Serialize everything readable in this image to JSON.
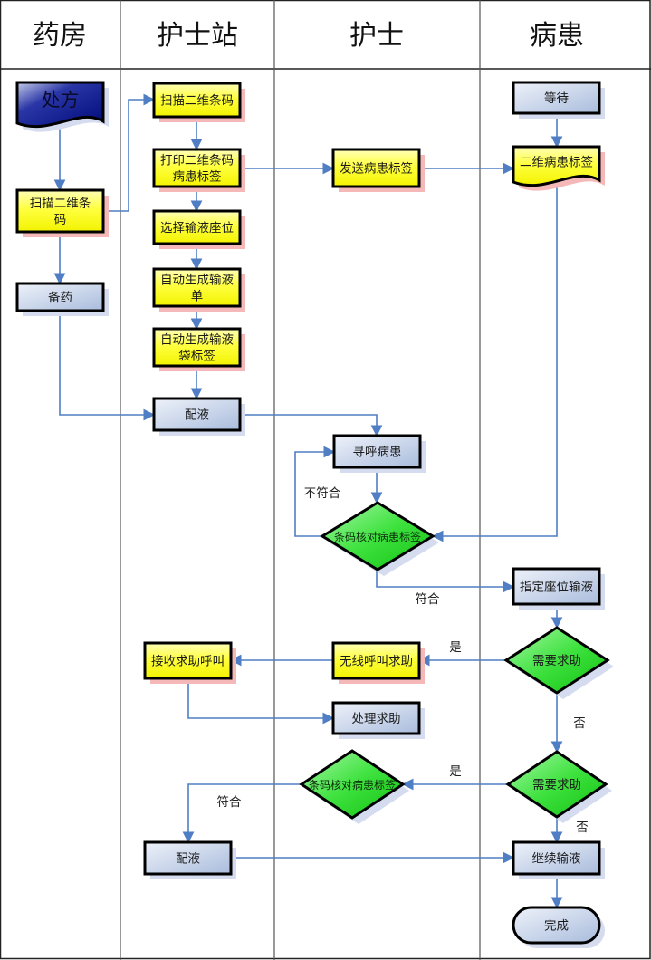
{
  "diagram": {
    "type": "swimlane-flowchart",
    "lanes": [
      {
        "id": "pharmacy",
        "title": "药房"
      },
      {
        "id": "station",
        "title": "护士站"
      },
      {
        "id": "nurse",
        "title": "护士"
      },
      {
        "id": "patient",
        "title": "病患"
      }
    ],
    "colors": {
      "process_fill": "#c9d6ea",
      "process_fill_light": "#e6edf7",
      "action_fill": "#ffff33",
      "action_fill_light": "#ffffb0",
      "decision_fill": "#33dd33",
      "decision_fill_light": "#99f599",
      "doc_dark_fill": "#000a80",
      "doc_dark_light": "#c7cde8",
      "shadow_yellow": "#f5b8b8",
      "shadow_blue": "#d5dcef",
      "connector": "#4f7ec4",
      "border": "#000000",
      "grid": "#555555"
    },
    "nodes": [
      {
        "id": "prescription",
        "lane": "pharmacy",
        "shape": "document-dark",
        "label": [
          "处方"
        ]
      },
      {
        "id": "scan-pharmacy",
        "lane": "pharmacy",
        "shape": "action",
        "label": [
          "扫描二维条",
          "码"
        ]
      },
      {
        "id": "prepare-drug",
        "lane": "pharmacy",
        "shape": "process",
        "label": [
          "备药"
        ]
      },
      {
        "id": "scan-station",
        "lane": "station",
        "shape": "action",
        "label": [
          "扫描二维条码"
        ]
      },
      {
        "id": "print-label",
        "lane": "station",
        "shape": "action",
        "label": [
          "打印二维条码",
          "病患标签"
        ]
      },
      {
        "id": "select-seat",
        "lane": "station",
        "shape": "action",
        "label": [
          "选择输液座位"
        ]
      },
      {
        "id": "gen-infusion-sheet",
        "lane": "station",
        "shape": "action",
        "label": [
          "自动生成输液",
          "单"
        ]
      },
      {
        "id": "gen-bag-label",
        "lane": "station",
        "shape": "action",
        "label": [
          "自动生成输液",
          "袋标签"
        ]
      },
      {
        "id": "mix-1",
        "lane": "station",
        "shape": "process",
        "label": [
          "配液"
        ]
      },
      {
        "id": "send-label",
        "lane": "nurse",
        "shape": "action",
        "label": [
          "发送病患标签"
        ]
      },
      {
        "id": "page-patient",
        "lane": "nurse",
        "shape": "process",
        "label": [
          "寻呼病患"
        ]
      },
      {
        "id": "verify-1",
        "lane": "nurse",
        "shape": "decision-small",
        "label": [
          "条码核对病患标签"
        ]
      },
      {
        "id": "wait",
        "lane": "patient",
        "shape": "process",
        "label": [
          "等待"
        ]
      },
      {
        "id": "patient-label",
        "lane": "patient",
        "shape": "document",
        "label": [
          "二维病患标签"
        ]
      },
      {
        "id": "assign-seat",
        "lane": "patient",
        "shape": "process",
        "label": [
          "指定座位输液"
        ]
      },
      {
        "id": "need-help-1",
        "lane": "patient",
        "shape": "decision",
        "label": [
          "需要求助"
        ]
      },
      {
        "id": "receive-call",
        "lane": "station",
        "shape": "action",
        "label": [
          "接收求助呼叫"
        ]
      },
      {
        "id": "wireless-call",
        "lane": "nurse",
        "shape": "action",
        "label": [
          "无线呼叫求助"
        ]
      },
      {
        "id": "handle-help",
        "lane": "nurse",
        "shape": "process",
        "label": [
          "处理求助"
        ]
      },
      {
        "id": "verify-2",
        "lane": "nurse",
        "shape": "decision-small",
        "label": [
          "条码核对病患标签"
        ]
      },
      {
        "id": "need-help-2",
        "lane": "patient",
        "shape": "decision",
        "label": [
          "需要求助"
        ]
      },
      {
        "id": "mix-2",
        "lane": "station",
        "shape": "process",
        "label": [
          "配液"
        ]
      },
      {
        "id": "continue-infusion",
        "lane": "patient",
        "shape": "process",
        "label": [
          "继续输液"
        ]
      },
      {
        "id": "done",
        "lane": "patient",
        "shape": "terminator",
        "label": [
          "完成"
        ]
      }
    ],
    "edges": [
      {
        "from": "prescription",
        "to": "scan-pharmacy",
        "label": ""
      },
      {
        "from": "scan-pharmacy",
        "to": "scan-station",
        "label": ""
      },
      {
        "from": "scan-pharmacy",
        "to": "prepare-drug",
        "label": ""
      },
      {
        "from": "scan-station",
        "to": "print-label",
        "label": ""
      },
      {
        "from": "print-label",
        "to": "select-seat",
        "label": ""
      },
      {
        "from": "print-label",
        "to": "send-label",
        "label": ""
      },
      {
        "from": "send-label",
        "to": "patient-label",
        "label": ""
      },
      {
        "from": "select-seat",
        "to": "gen-infusion-sheet",
        "label": ""
      },
      {
        "from": "gen-infusion-sheet",
        "to": "gen-bag-label",
        "label": ""
      },
      {
        "from": "gen-bag-label",
        "to": "mix-1",
        "label": ""
      },
      {
        "from": "prepare-drug",
        "to": "mix-1",
        "label": ""
      },
      {
        "from": "mix-1",
        "to": "page-patient",
        "label": ""
      },
      {
        "from": "wait",
        "to": "patient-label",
        "label": ""
      },
      {
        "from": "patient-label",
        "to": "verify-1",
        "label": ""
      },
      {
        "from": "page-patient",
        "to": "verify-1",
        "label": ""
      },
      {
        "from": "verify-1",
        "to": "page-patient",
        "label": "不符合"
      },
      {
        "from": "verify-1",
        "to": "assign-seat",
        "label": "符合"
      },
      {
        "from": "assign-seat",
        "to": "need-help-1",
        "label": ""
      },
      {
        "from": "need-help-1",
        "to": "wireless-call",
        "label": "是"
      },
      {
        "from": "wireless-call",
        "to": "receive-call",
        "label": ""
      },
      {
        "from": "receive-call",
        "to": "handle-help",
        "label": ""
      },
      {
        "from": "need-help-1",
        "to": "need-help-2",
        "label": "否"
      },
      {
        "from": "need-help-2",
        "to": "verify-2",
        "label": "是"
      },
      {
        "from": "verify-2",
        "to": "mix-2",
        "label": "符合"
      },
      {
        "from": "need-help-2",
        "to": "continue-infusion",
        "label": "否"
      },
      {
        "from": "mix-2",
        "to": "continue-infusion",
        "label": ""
      },
      {
        "from": "continue-infusion",
        "to": "done",
        "label": ""
      }
    ]
  }
}
